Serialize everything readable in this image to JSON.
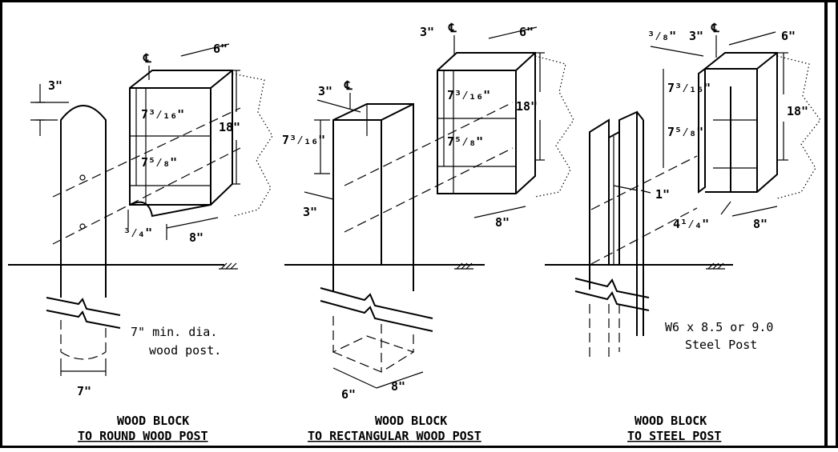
{
  "panels": {
    "round": {
      "title_1": "WOOD BLOCK",
      "title_2": "TO ROUND WOOD POST",
      "dims": {
        "top_cap": "3\"",
        "block_width": "6\"",
        "block_height": "18\"",
        "bolt_upper": "7³⁄₁₆\"",
        "bolt_lower": "7⁵⁄₈\"",
        "notch": "³⁄₄\"",
        "block_depth": "8\"",
        "post_dia": "7\"",
        "centerline": "℄"
      },
      "note_1": "7\" min. dia.",
      "note_2": "wood post."
    },
    "rect": {
      "title_1": "WOOD BLOCK",
      "title_2": "TO RECTANGULAR WOOD POST",
      "dims": {
        "top_offset": "3\"",
        "block_top": "3\"",
        "block_width": "6\"",
        "block_height": "18\"",
        "post_top": "7³⁄₁₆\"",
        "bolt_upper": "7³⁄₁₆\"",
        "bolt_lower": "7⁵⁄₈\"",
        "side_offset": "3\"",
        "block_depth": "8\"",
        "post_w": "6\"",
        "post_d": "8\"",
        "centerline": "℄"
      }
    },
    "steel": {
      "title_1": "WOOD BLOCK",
      "title_2": "TO STEEL POST",
      "dims": {
        "plate": "³⁄₈\"",
        "top_offset": "3\"",
        "block_width": "6\"",
        "block_height": "18\"",
        "bolt_upper": "7³⁄₁₆\"",
        "bolt_lower": "7⁵⁄₈\"",
        "flange_gap": "1\"",
        "web_offset": "4¹⁄₄\"",
        "block_depth": "8\"",
        "centerline": "℄"
      },
      "note_1": "W6 x 8.5 or 9.0",
      "note_2": "Steel Post"
    }
  }
}
